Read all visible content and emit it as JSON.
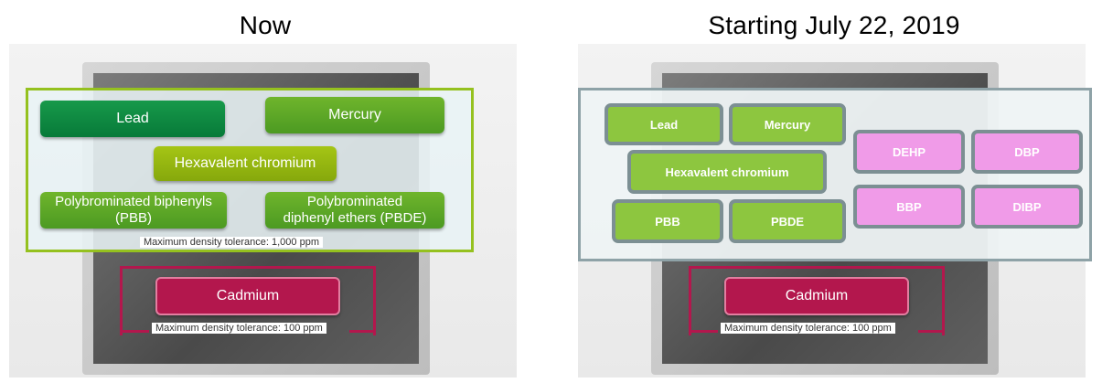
{
  "left": {
    "heading": "Now",
    "substances": {
      "lead": "Lead",
      "mercury": "Mercury",
      "hexavalent_chromium": "Hexavalent chromium",
      "pbb": "Polybrominated biphenyls\n(PBB)",
      "pbde": "Polybrominated\ndiphenyl ethers (PBDE)"
    },
    "tolerance_1000": "Maximum density tolerance: 1,000 ppm",
    "cadmium": "Cadmium",
    "tolerance_100": "Maximum density tolerance: 100 ppm"
  },
  "right": {
    "heading": "Starting July  22, 2019",
    "substances": {
      "lead": "Lead",
      "mercury": "Mercury",
      "hexavalent_chromium": "Hexavalent chromium",
      "pbb": "PBB",
      "pbde": "PBDE",
      "dehp": "DEHP",
      "dbp": "DBP",
      "bbp": "BBP",
      "dibp": "DIBP"
    },
    "cadmium": "Cadmium",
    "tolerance_100": "Maximum density tolerance: 100 ppm"
  },
  "colors": {
    "frame_green": "#95c11f",
    "frame_gray": "#8ea2a7",
    "cadmium_red": "#b3174d",
    "phthalate_pink": "#f09be8",
    "rohs_green": "#8dc63f"
  }
}
